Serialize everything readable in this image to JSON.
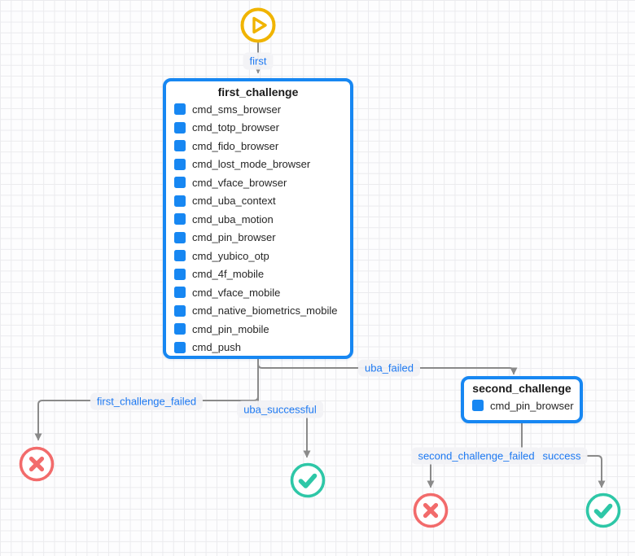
{
  "edge_labels": {
    "first": "first",
    "uba_failed": "uba_failed",
    "first_challenge_failed": "first_challenge_failed",
    "uba_successful": "uba_successful",
    "second_challenge_failed": "second_challenge_failed",
    "success": "success"
  },
  "first_challenge": {
    "title": "first_challenge",
    "items": [
      "cmd_sms_browser",
      "cmd_totp_browser",
      "cmd_fido_browser",
      "cmd_lost_mode_browser",
      "cmd_vface_browser",
      "cmd_uba_context",
      "cmd_uba_motion",
      "cmd_pin_browser",
      "cmd_yubico_otp",
      "cmd_4f_mobile",
      "cmd_vface_mobile",
      "cmd_native_biometrics_mobile",
      "cmd_pin_mobile",
      "cmd_push"
    ]
  },
  "second_challenge": {
    "title": "second_challenge",
    "items": [
      "cmd_pin_browser"
    ]
  },
  "colors": {
    "node_border": "#1787f2",
    "command_icon": "#1787f2",
    "edge_label_text": "#1d79f2",
    "edge_line": "#8a8a8a",
    "start_icon": "#f0b400",
    "fail_icon": "#f26b6b",
    "success_icon": "#2ec7a7",
    "grid_line": "#ebebee",
    "background": "#fdfdfe"
  }
}
